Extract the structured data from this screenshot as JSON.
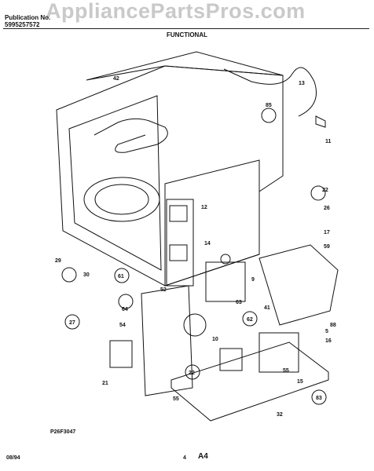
{
  "header": {
    "publication_label": "Publication No.",
    "publication_number": "5995257572",
    "section_title": "FUNCTIONAL",
    "watermark": "AppliancePartsPros.com"
  },
  "footer": {
    "diagram_code": "P26F3047",
    "date": "08/94",
    "page_number": "4",
    "page_code": "A4"
  },
  "callouts": [
    "42",
    "13",
    "85",
    "11",
    "22",
    "26",
    "17",
    "59",
    "12",
    "14",
    "29",
    "30",
    "61",
    "27",
    "64",
    "52",
    "9",
    "63",
    "62",
    "41",
    "88",
    "5",
    "16",
    "54",
    "10",
    "22",
    "55",
    "21",
    "15",
    "83",
    "55",
    "32"
  ],
  "colors": {
    "ink": "#111111",
    "watermark": "#c9c9c9"
  }
}
